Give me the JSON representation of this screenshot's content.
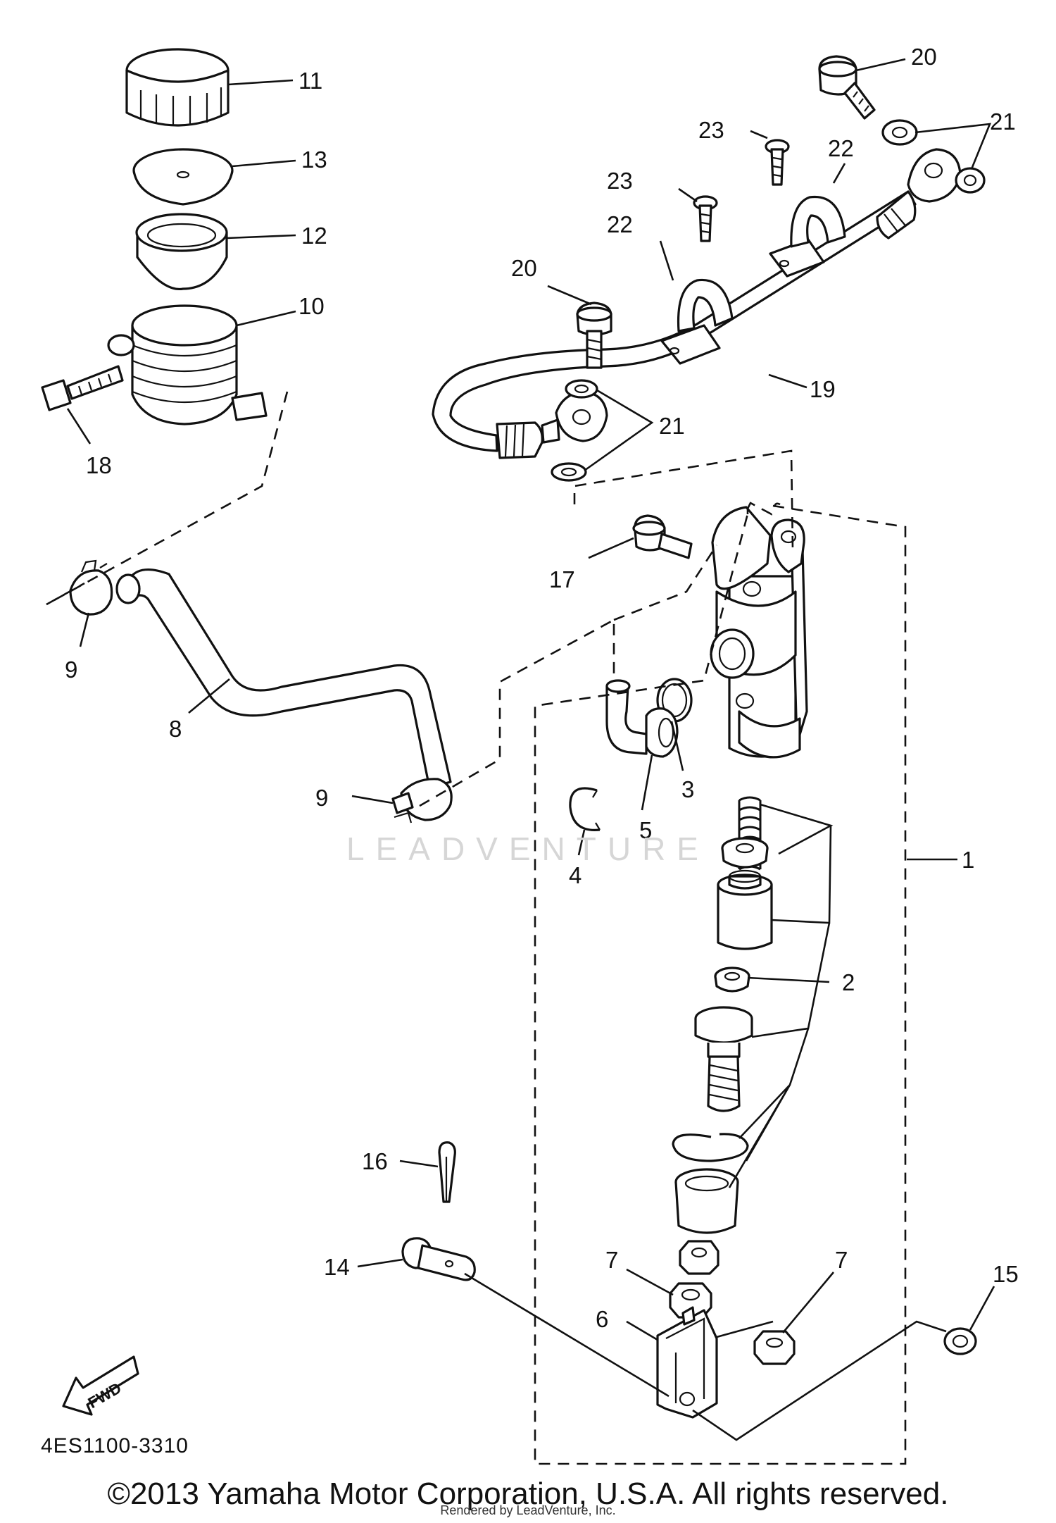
{
  "diagram": {
    "code": "4ES1100-3310",
    "fwd_label": "FWD",
    "watermark": "LEADVENTURE",
    "callouts": [
      {
        "id": "c11a",
        "text": "11"
      },
      {
        "id": "c13",
        "text": "13"
      },
      {
        "id": "c12",
        "text": "12"
      },
      {
        "id": "c10",
        "text": "10"
      },
      {
        "id": "c18",
        "text": "18"
      },
      {
        "id": "c9a",
        "text": "9"
      },
      {
        "id": "c8",
        "text": "8"
      },
      {
        "id": "c9b",
        "text": "9"
      },
      {
        "id": "c20a",
        "text": "20"
      },
      {
        "id": "c21a",
        "text": "21"
      },
      {
        "id": "c23a",
        "text": "23"
      },
      {
        "id": "c22a",
        "text": "22"
      },
      {
        "id": "c23b",
        "text": "23"
      },
      {
        "id": "c22b",
        "text": "22"
      },
      {
        "id": "c20b",
        "text": "20"
      },
      {
        "id": "c19",
        "text": "19"
      },
      {
        "id": "c21b",
        "text": "21"
      },
      {
        "id": "c17",
        "text": "17"
      },
      {
        "id": "c3",
        "text": "3"
      },
      {
        "id": "c5",
        "text": "5"
      },
      {
        "id": "c4",
        "text": "4"
      },
      {
        "id": "c1",
        "text": "1"
      },
      {
        "id": "c2",
        "text": "2"
      },
      {
        "id": "c16",
        "text": "16"
      },
      {
        "id": "c14",
        "text": "14"
      },
      {
        "id": "c7a",
        "text": "7"
      },
      {
        "id": "c7b",
        "text": "7"
      },
      {
        "id": "c6",
        "text": "6"
      },
      {
        "id": "c15",
        "text": "15"
      }
    ]
  },
  "footer": {
    "copyright": "©2013 Yamaha Motor Corporation, U.S.A. All rights reserved.",
    "rendered_by": "Rendered by LeadVenture, Inc."
  }
}
